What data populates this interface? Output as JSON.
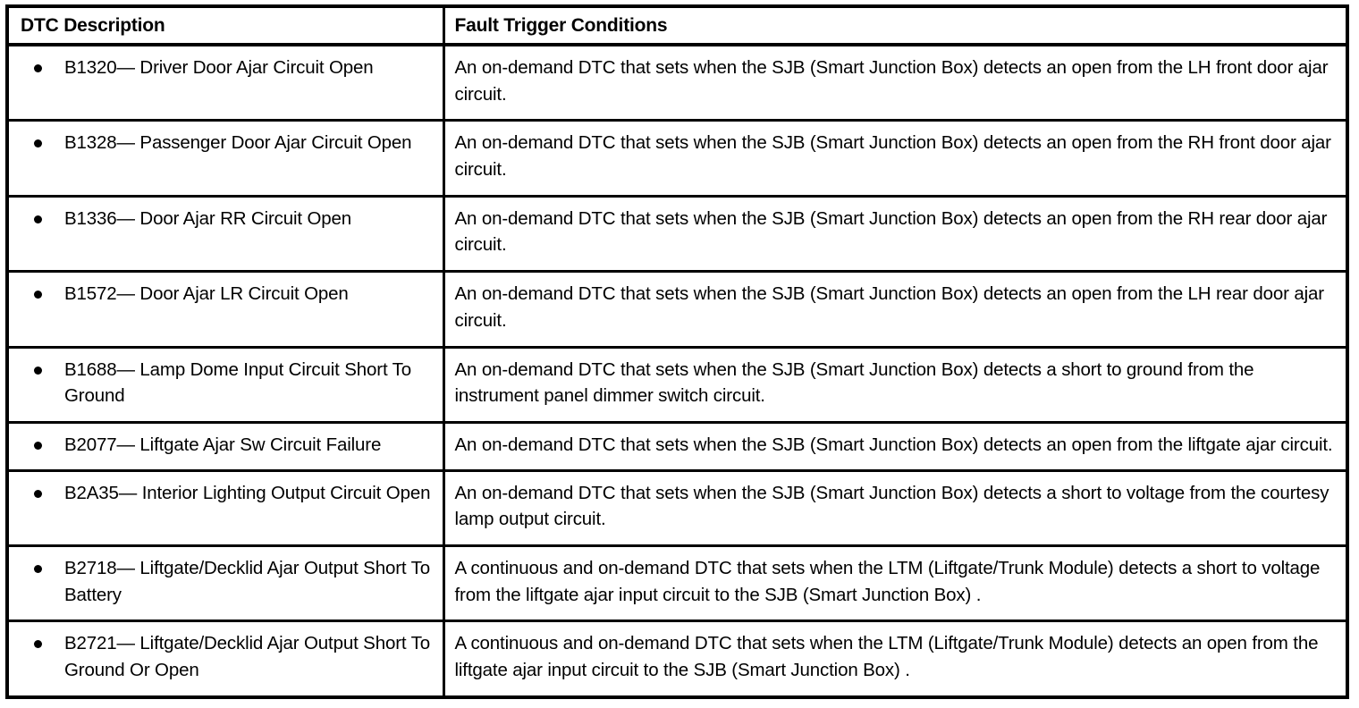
{
  "table": {
    "columns": [
      {
        "id": "dtc",
        "header": "DTC Description"
      },
      {
        "id": "condition",
        "header": "Fault Trigger Conditions"
      }
    ],
    "bullet_glyph": "filled-round-bullet",
    "rows": [
      {
        "code": "B1320",
        "dtc": "B1320— Driver Door Ajar Circuit Open",
        "condition": "An on-demand DTC that sets when the SJB (Smart Junction Box) detects an open from the LH front door ajar circuit."
      },
      {
        "code": "B1328",
        "dtc": "B1328— Passenger Door Ajar Circuit Open",
        "condition": "An on-demand DTC that sets when the SJB (Smart Junction Box) detects an open from the RH front door ajar circuit."
      },
      {
        "code": "B1336",
        "dtc": "B1336— Door Ajar RR Circuit Open",
        "condition": "An on-demand DTC that sets when the SJB (Smart Junction Box) detects an open from the RH rear door ajar circuit."
      },
      {
        "code": "B1572",
        "dtc": "B1572— Door Ajar LR Circuit Open",
        "condition": "An on-demand DTC that sets when the SJB (Smart Junction Box) detects an open from the LH rear door ajar circuit."
      },
      {
        "code": "B1688",
        "dtc": "B1688— Lamp Dome Input Circuit Short To Ground",
        "condition": "An on-demand DTC that sets when the SJB (Smart Junction Box) detects a short to ground from the instrument panel dimmer switch circuit."
      },
      {
        "code": "B2077",
        "dtc": "B2077— Liftgate Ajar Sw Circuit Failure",
        "condition": "An on-demand DTC that sets when the SJB (Smart Junction Box) detects an open from the liftgate ajar circuit."
      },
      {
        "code": "B2A35",
        "dtc": "B2A35— Interior Lighting Output Circuit Open",
        "condition": "An on-demand DTC that sets when the SJB (Smart Junction Box) detects a short to voltage from the courtesy lamp output circuit."
      },
      {
        "code": "B2718",
        "dtc": "B2718— Liftgate/Decklid Ajar Output Short To Battery",
        "condition": "A continuous and on-demand DTC that sets when the LTM (Liftgate/Trunk Module) detects a short to voltage from the liftgate ajar input circuit to the SJB (Smart Junction Box) ."
      },
      {
        "code": "B2721",
        "dtc": "B2721— Liftgate/Decklid Ajar Output Short To Ground Or Open",
        "condition": "A continuous and on-demand DTC that sets when the LTM (Liftgate/Trunk Module) detects an open from the liftgate ajar input circuit to the SJB (Smart Junction Box) ."
      }
    ]
  }
}
